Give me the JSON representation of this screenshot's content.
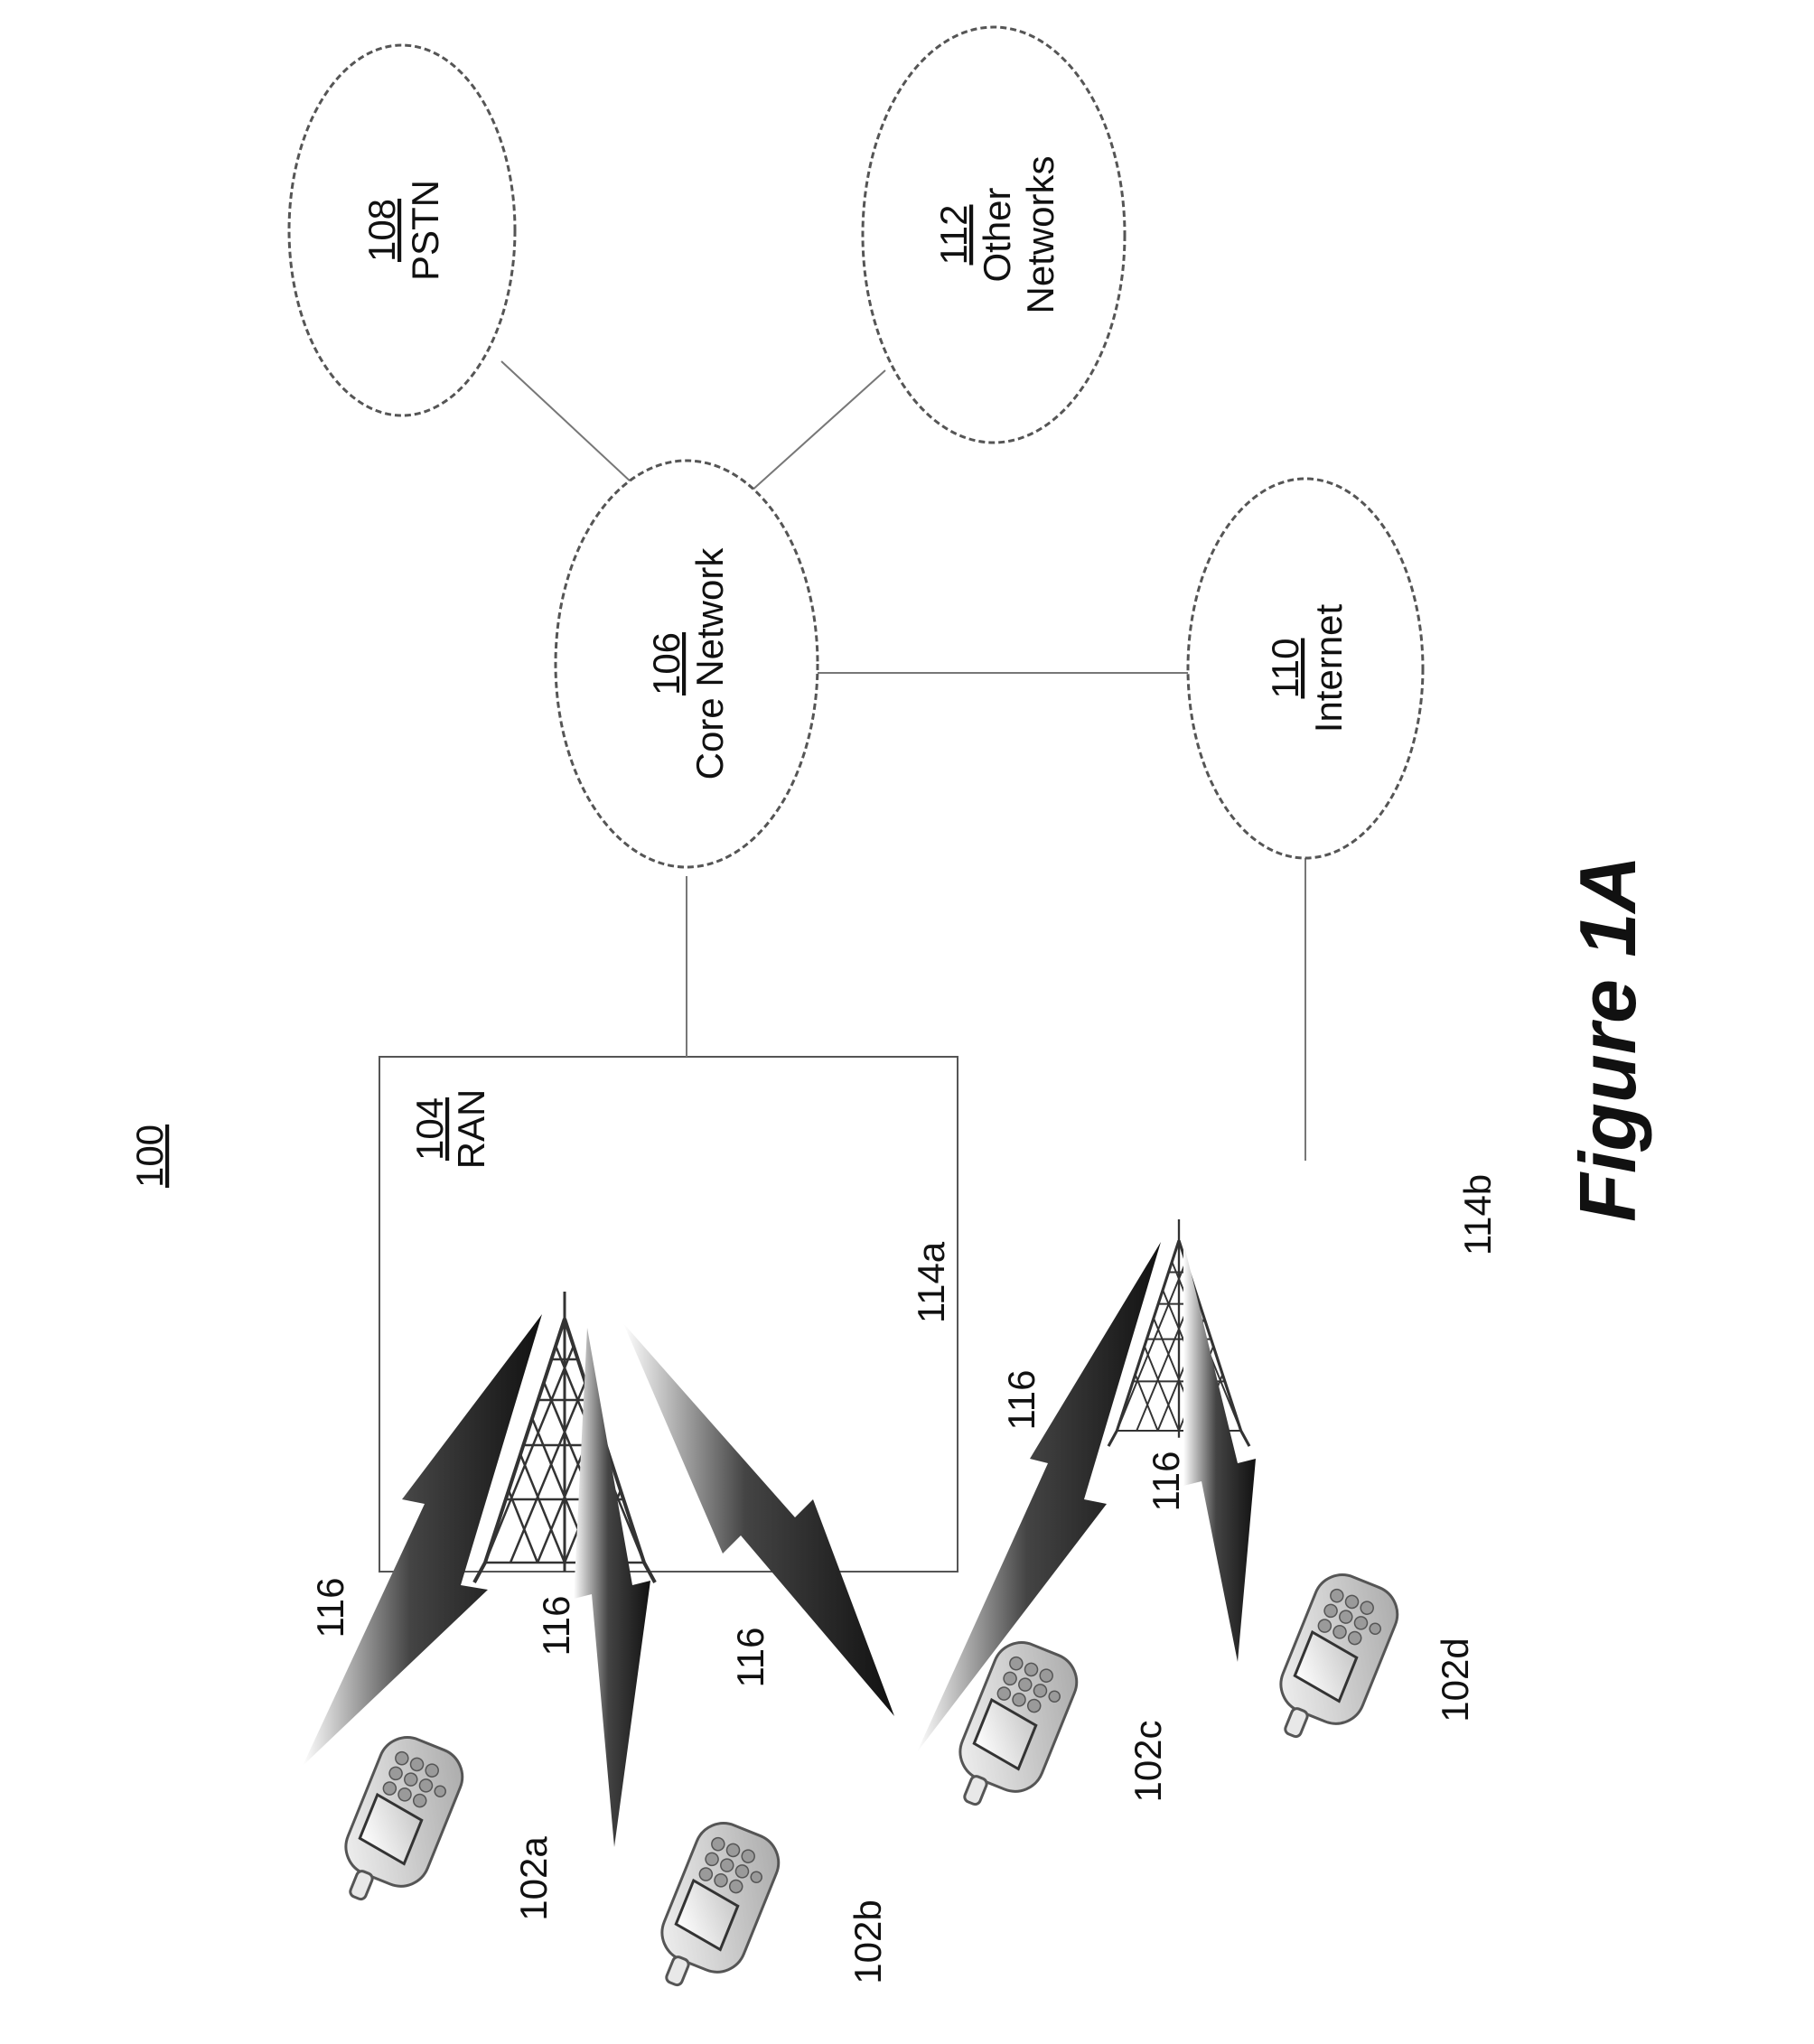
{
  "figure": {
    "ref": "100",
    "caption": "Figure 1A"
  },
  "ran": {
    "ref": "104",
    "label": "RAN"
  },
  "clouds": {
    "pstn": {
      "ref": "108",
      "line1": "PSTN",
      "line2": ""
    },
    "other": {
      "ref": "112",
      "line1": "Other",
      "line2": "Networks"
    },
    "core": {
      "ref": "106",
      "line1": "Core Network",
      "line2": ""
    },
    "internet": {
      "ref": "110",
      "line1": "Internet",
      "line2": ""
    }
  },
  "towers": {
    "a": "114a",
    "b": "114b"
  },
  "phones": {
    "a": "102a",
    "b": "102b",
    "c": "102c",
    "d": "102d"
  },
  "links": [
    "116",
    "116",
    "116",
    "116",
    "116"
  ],
  "colors": {
    "line": "#777777",
    "text": "#111111",
    "phone_body": "#d9d9d9",
    "tower": "#333333"
  },
  "icons": {
    "tower": "antenna-tower-icon",
    "phone": "cell-phone-icon",
    "cloud": "network-cloud-icon",
    "bolt": "lightning-link-icon"
  }
}
